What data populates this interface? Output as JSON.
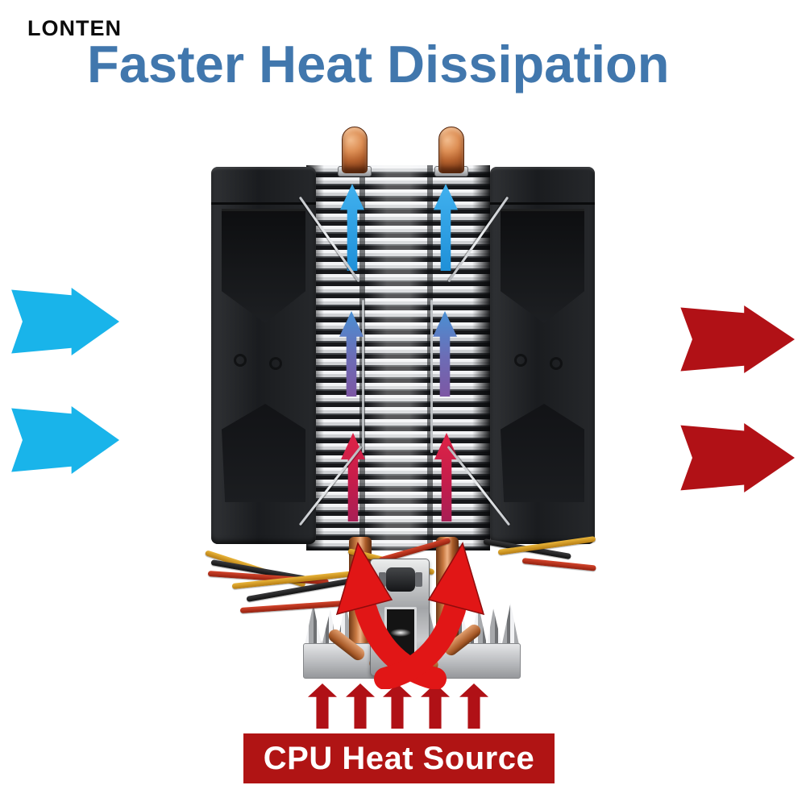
{
  "brand": {
    "name": "LONTEN"
  },
  "header": {
    "title": "Faster Heat Dissipation",
    "title_color": "#4177ad"
  },
  "banner": {
    "label": "CPU Heat Source",
    "bg_color": "#b01414",
    "text_color": "#ffffff"
  },
  "airflow": {
    "cool_air_intake": {
      "side": "left",
      "direction": "right",
      "arrow_count": 2,
      "arrow_color": "#19b4ea"
    },
    "hot_air_exhaust": {
      "side": "right",
      "direction": "right",
      "arrow_count": 2,
      "arrow_color": "#b11116"
    },
    "heatsink_rising_arrows": {
      "top_row": {
        "count": 2,
        "direction": "up",
        "color": "#2aa2e5"
      },
      "middle_row": {
        "count": 2,
        "direction": "up",
        "gradient_top": "#4a90d4",
        "gradient_bottom": "#7d57a4"
      },
      "bottom_row": {
        "count": 2,
        "direction": "up",
        "gradient_top": "#de2346",
        "gradient_bottom": "#a81e55"
      }
    },
    "heat_pipe_curved_arrows": {
      "count": 2,
      "direction": "up",
      "color": "#e11616"
    },
    "cpu_heat_arrows": {
      "count": 5,
      "direction": "up",
      "color": "#b01116"
    }
  },
  "hardware": {
    "fan_count": 2,
    "fan_color": "#1f2124",
    "heat_pipe_color": "#c4733f",
    "fin_color": "#e9eaec",
    "base_color": "#b9bbbe"
  }
}
